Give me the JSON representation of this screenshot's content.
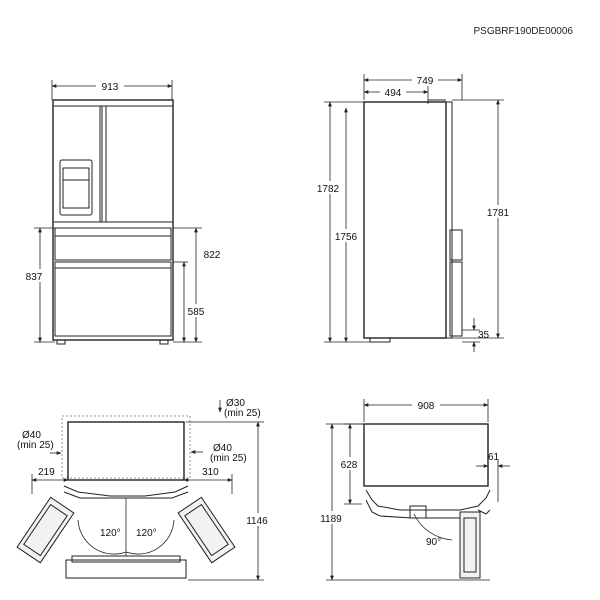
{
  "product_code": "PSGBRF190DE00006",
  "front_view": {
    "width": "913",
    "height_total": "837",
    "height_drawer_top": "822",
    "height_lower_drawer": "585"
  },
  "side_view": {
    "depth_total": "749",
    "depth_cabinet": "494",
    "height_left": "1782",
    "height_inner": "1756",
    "height_right": "1781",
    "foot_clearance": "35"
  },
  "top_view_doors_open": {
    "clearance_top": "Ø30",
    "clearance_top_min": "(min 25)",
    "clearance_left": "Ø40",
    "clearance_left_min": "(min 25)",
    "clearance_right": "Ø40",
    "clearance_right_min": "(min 25)",
    "door_overhang_left": "219",
    "door_overhang_right": "310",
    "angle_left": "120°",
    "angle_right": "120°",
    "depth_total": "1146"
  },
  "top_view_side_door": {
    "width": "908",
    "depth_cabinet": "628",
    "side_gap": "61",
    "angle": "90°",
    "depth_total": "1189"
  }
}
